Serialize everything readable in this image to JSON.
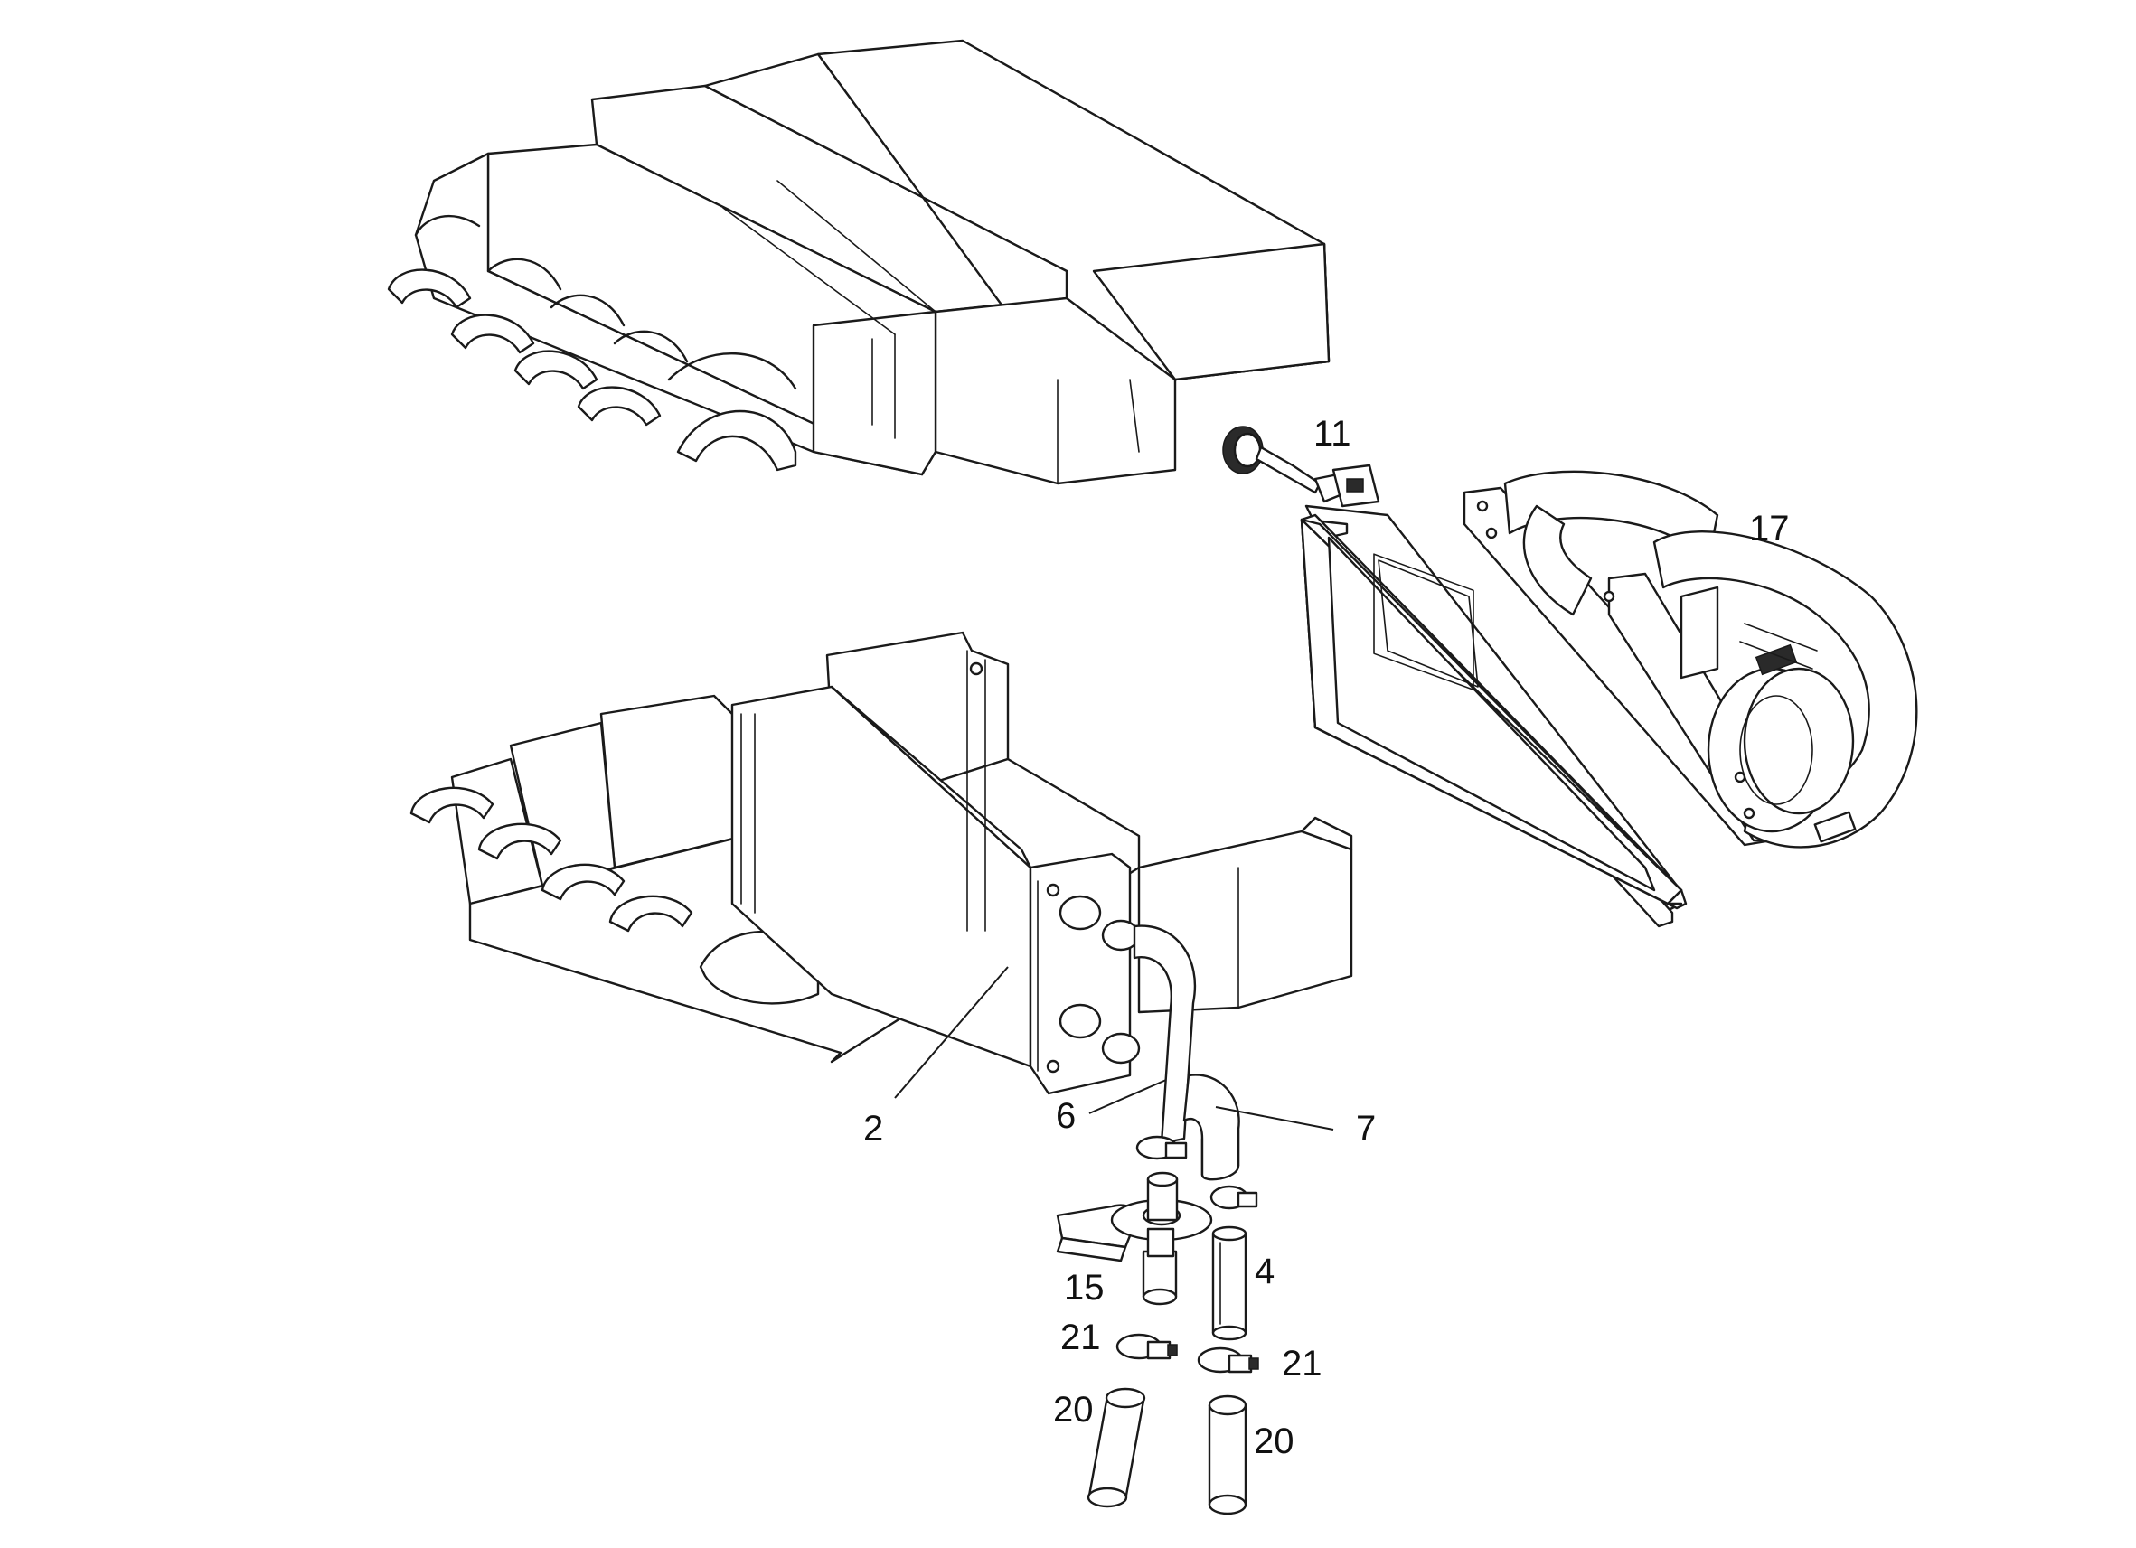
{
  "callouts": [
    {
      "id": "2",
      "label": "2"
    },
    {
      "id": "4",
      "label": "4"
    },
    {
      "id": "6",
      "label": "6"
    },
    {
      "id": "7",
      "label": "7"
    },
    {
      "id": "11",
      "label": "11"
    },
    {
      "id": "15",
      "label": "15"
    },
    {
      "id": "17",
      "label": "17"
    },
    {
      "id": "20a",
      "label": "20"
    },
    {
      "id": "20b",
      "label": "20"
    },
    {
      "id": "21a",
      "label": "21"
    },
    {
      "id": "21b",
      "label": "21"
    }
  ]
}
